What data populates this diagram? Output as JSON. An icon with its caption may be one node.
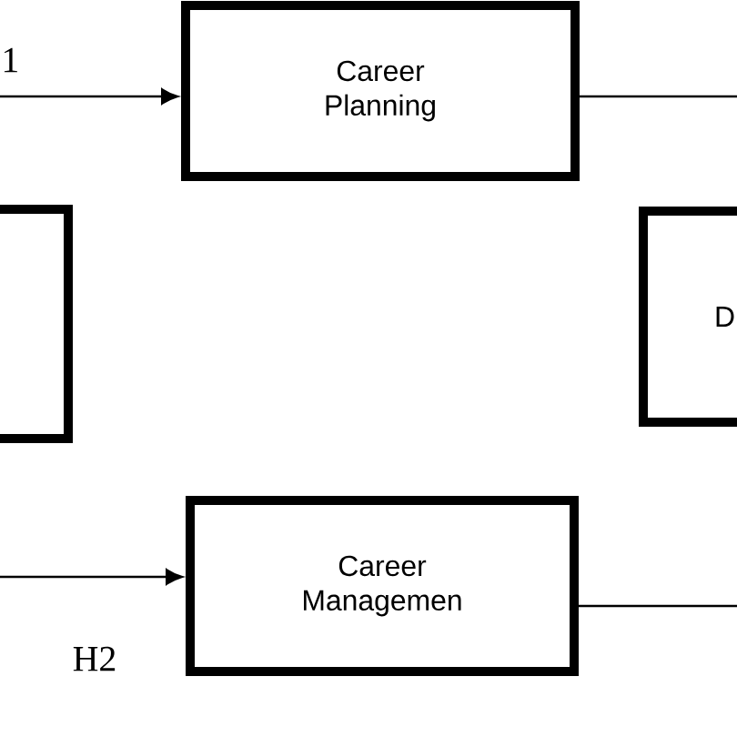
{
  "diagram": {
    "nodes": [
      {
        "text": [
          "Career Planning"
        ]
      },
      {
        "text": [],
        "shape": "box"
      },
      {
        "text": [
          "D"
        ]
      },
      {
        "text": [
          "Career Managemen"
        ]
      }
    ],
    "edges": [
      {
        "from": null,
        "to": 0,
        "arrow": "to"
      },
      {
        "from": 0,
        "to": null,
        "arrow": "none"
      },
      {
        "from": null,
        "to": 3,
        "arrow": "to"
      },
      {
        "from": 3,
        "to": null,
        "arrow": "none"
      }
    ],
    "labels": [
      "1",
      "H2"
    ]
  }
}
